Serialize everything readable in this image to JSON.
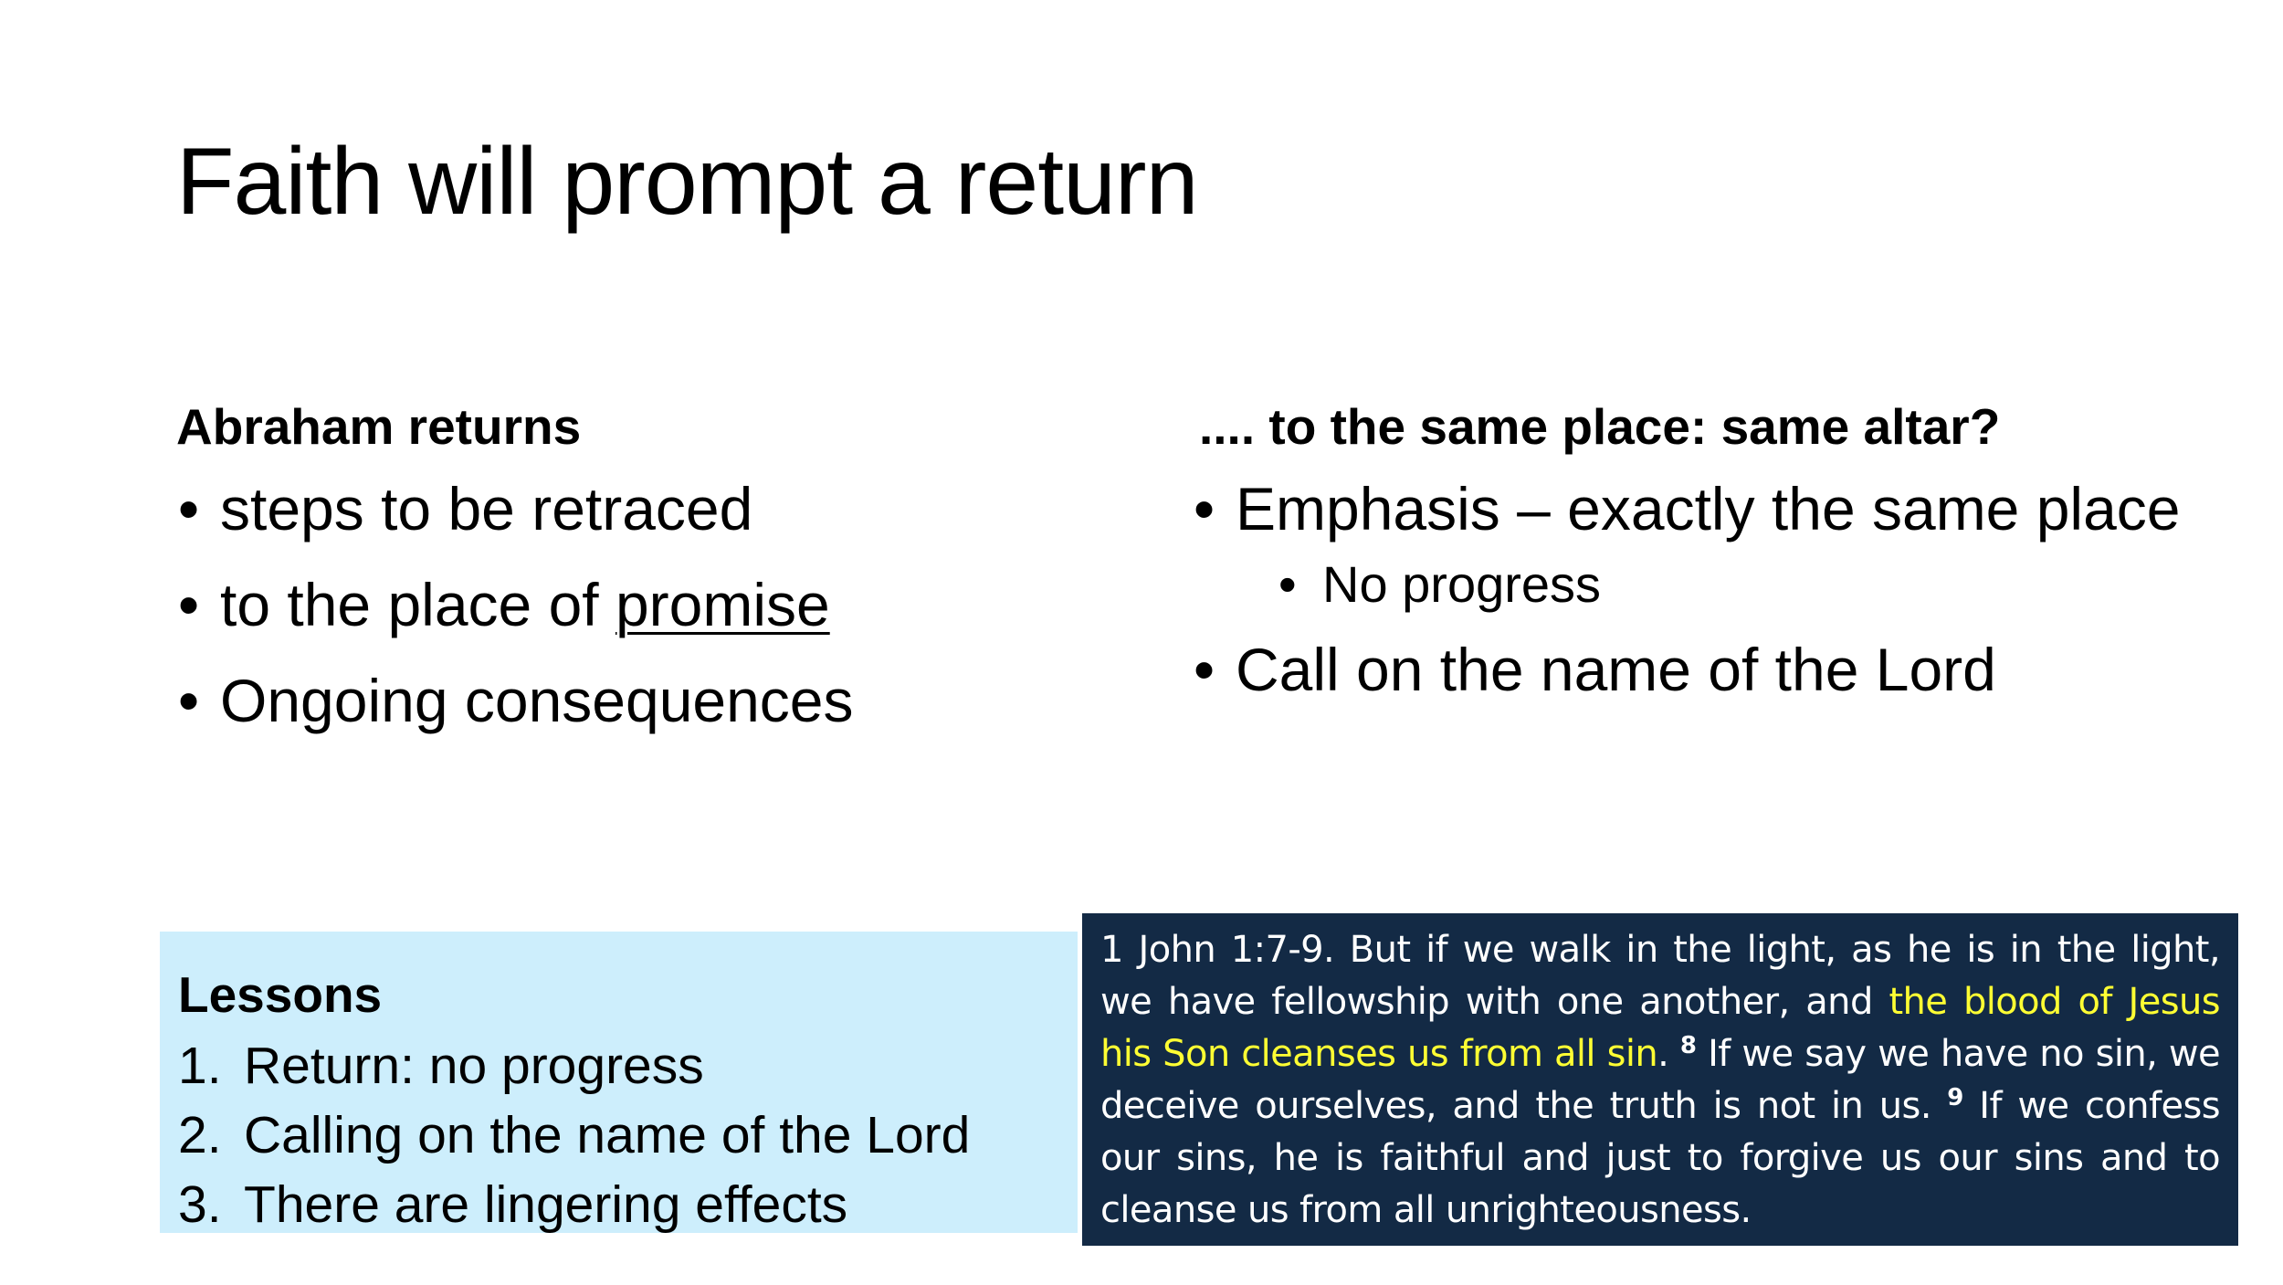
{
  "title": "Faith will prompt a return",
  "left_column": {
    "heading": "Abraham returns",
    "bullets": {
      "b1": "steps to be retraced",
      "b2_prefix": "to the place of ",
      "b2_underlined": "promise",
      "b3": "Ongoing consequences"
    }
  },
  "right_column": {
    "heading": ".... to the same place:  same altar?",
    "bullets": {
      "b1": "Emphasis – exactly the same place",
      "b1_sub": "No progress",
      "b2": "Call on the name of the Lord"
    }
  },
  "lessons": {
    "heading": "Lessons",
    "items": [
      {
        "num": "1.",
        "text": "Return: no progress"
      },
      {
        "num": "2.",
        "text": "Calling on the name of the Lord"
      },
      {
        "num": "3.",
        "text": "There are lingering effects"
      }
    ]
  },
  "scripture": {
    "part1": "1 John 1:7-9. But if we walk in the light, as he is in the light, we have fellowship with one another, and ",
    "highlight": "the blood of Jesus his Son cleanses us from all sin",
    "part2": ". ",
    "verse8_num": "8",
    "verse8_text": " If we say we have no sin, we deceive ourselves, and the truth is not in us. ",
    "verse9_num": "9",
    "verse9_text": " If we confess our sins, he is faithful and just to forgive us our sins and to cleanse us from all unrighteousness.",
    "highlight_color": "#ffff33",
    "background_color": "#132a45"
  },
  "lessons_background_color": "#cdeefc"
}
